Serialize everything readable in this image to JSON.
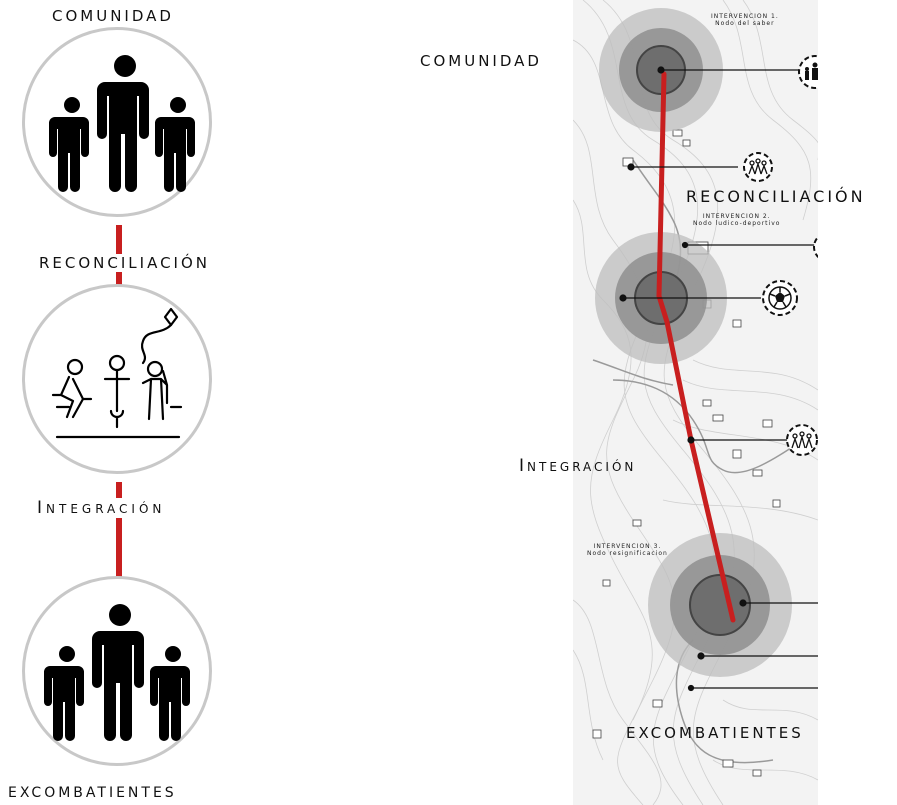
{
  "left_column": {
    "labels": {
      "comunidad": "COMUNIDAD",
      "reconciliacion": "RECONCILIACIÓN",
      "integracion": "Integración",
      "excombatientes": "EXCOMBATIENTES"
    },
    "icons": {
      "top": "family-group-icon",
      "middle": "people-playing-kite-icon",
      "bottom": "family-group-icon"
    }
  },
  "map": {
    "labels": {
      "comunidad": "COMUNIDAD",
      "reconciliacion": "RECONCILIACIÓN",
      "integracion": "Integración",
      "excombatientes": "EXCOMBATIENTES"
    },
    "interventions": [
      {
        "title": "INTERVENCION 1.",
        "subtitle": "Nodo del saber"
      },
      {
        "title": "INTERVENCION 2.",
        "subtitle": "Nodo ludico-deportivo"
      },
      {
        "title": "INTERVENCION 3.",
        "subtitle": "Nodo resignificacion"
      }
    ],
    "icons": [
      "family-badge-icon",
      "soccer-ball-icon",
      "people-badge-icon"
    ]
  },
  "colors": {
    "accent_red": "#c81f1f",
    "circle_border": "#c8c8c8",
    "node_outer": "#b9b9b9",
    "node_mid": "#8e8e8e",
    "node_inner": "#6e6e6e"
  }
}
